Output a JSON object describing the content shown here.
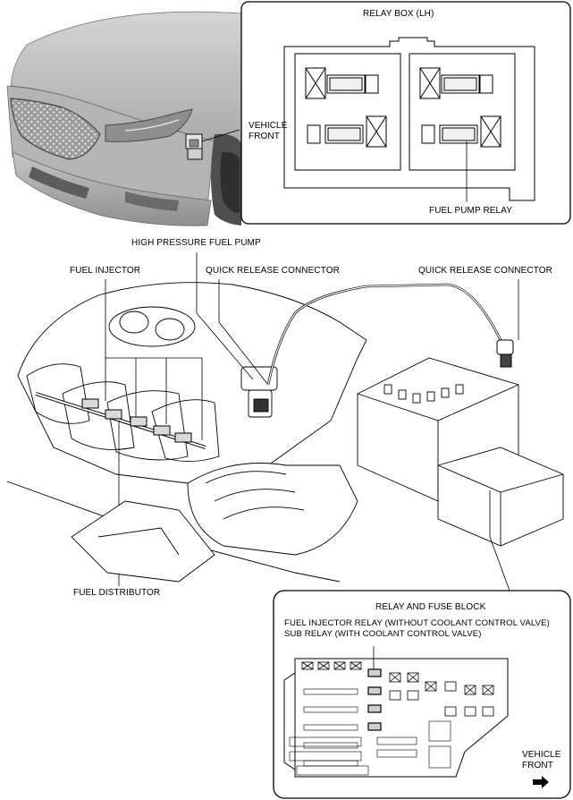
{
  "labels": {
    "relay_box_lh": "RELAY BOX (LH)",
    "vehicle_front_top_1": "VEHICLE",
    "vehicle_front_top_2": "FRONT",
    "fuel_pump_relay": "FUEL PUMP RELAY",
    "high_pressure_fuel_pump": "HIGH PRESSURE FUEL PUMP",
    "fuel_injector": "FUEL INJECTOR",
    "quick_release_connector_1": "QUICK RELEASE CONNECTOR",
    "quick_release_connector_2": "QUICK RELEASE CONNECTOR",
    "fuel_distributor": "FUEL DISTRIBUTOR",
    "relay_and_fuse_block": "RELAY AND FUSE BLOCK",
    "fuel_injector_relay": "FUEL INJECTOR RELAY (WITHOUT COOLANT CONTROL VALVE)",
    "sub_relay": "SUB RELAY (WITH COOLANT CONTROL VALVE)",
    "vehicle_front_bottom_1": "VEHICLE",
    "vehicle_front_bottom_2": "FRONT"
  },
  "icons": {
    "arrow_top": "left-arrow",
    "arrow_bottom": "right-arrow"
  },
  "colors": {
    "line": "#000000",
    "car_body": "#b9b9b9",
    "car_dark": "#6f6f6f",
    "fill_light": "#e6e6e6"
  }
}
